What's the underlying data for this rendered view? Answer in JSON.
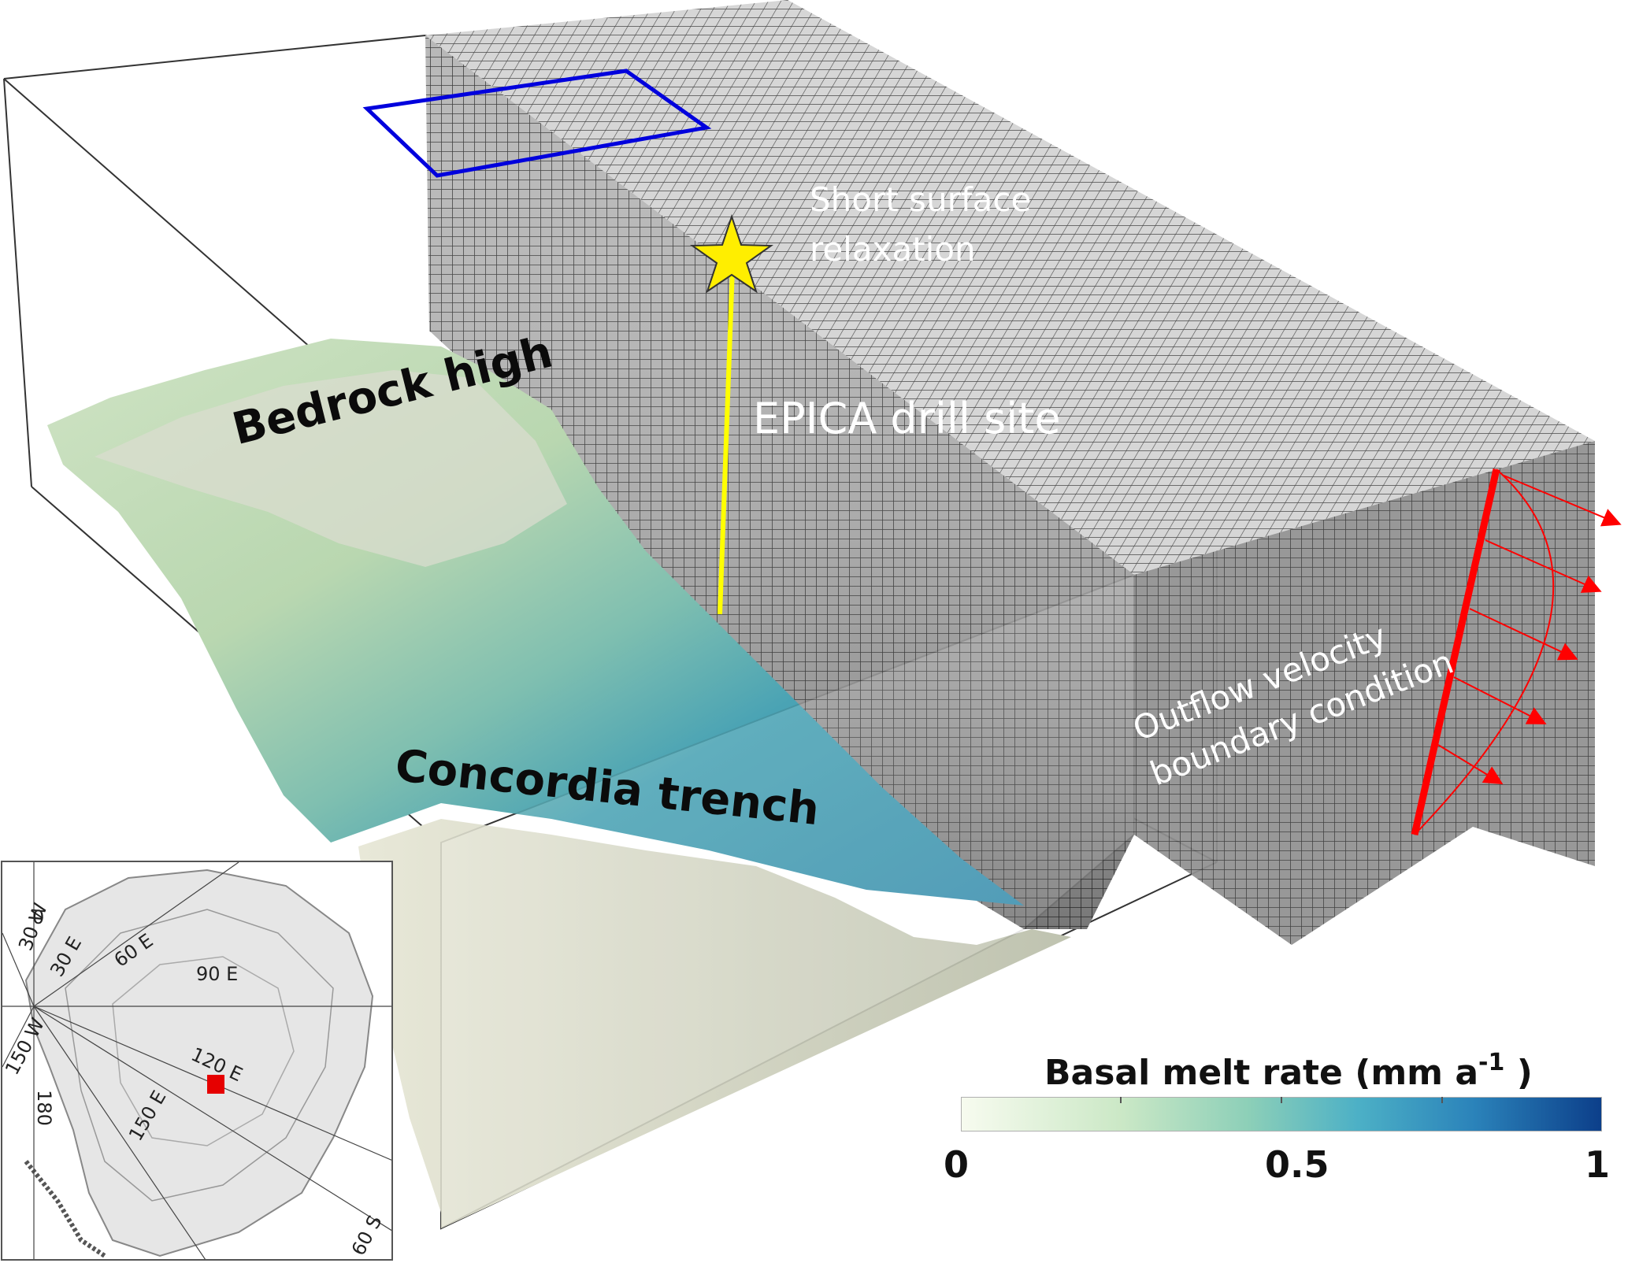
{
  "labels": {
    "bedrock_high": "Bedrock high",
    "concordia_trench": "Concordia trench",
    "short_surface_line1": "Short surface",
    "short_surface_line2": "relaxation",
    "epica": "EPICA drill site",
    "outflow_line1": "Outflow velocity",
    "outflow_line2": "boundary condition"
  },
  "colorbar": {
    "title": "Basal melt rate (mm  a",
    "title_superscript": "-1",
    "title_close": ")",
    "min": 0,
    "mid": 0.5,
    "max": 1,
    "tick_min": "0",
    "tick_mid": "0.5",
    "tick_max": "1",
    "colors": [
      "#f7fbef",
      "#cbe8c6",
      "#8ccfb8",
      "#4cb0c6",
      "#2b83ba",
      "#0c3f8a"
    ]
  },
  "inset_map": {
    "labels": {
      "w30": "30 W",
      "zero": "0",
      "e30": "30 E",
      "e60": "60 E",
      "e90": "90 E",
      "w150": "150 W",
      "e120": "120 E",
      "r180": "180",
      "e150": "150 E",
      "s60": "60 S"
    }
  },
  "colors": {
    "drill_site_star": "#ffee00",
    "drill_line": "#ffff00",
    "surface_box": "#0000dd",
    "outflow": "#ff0000",
    "study_area_marker": "#e60000"
  }
}
